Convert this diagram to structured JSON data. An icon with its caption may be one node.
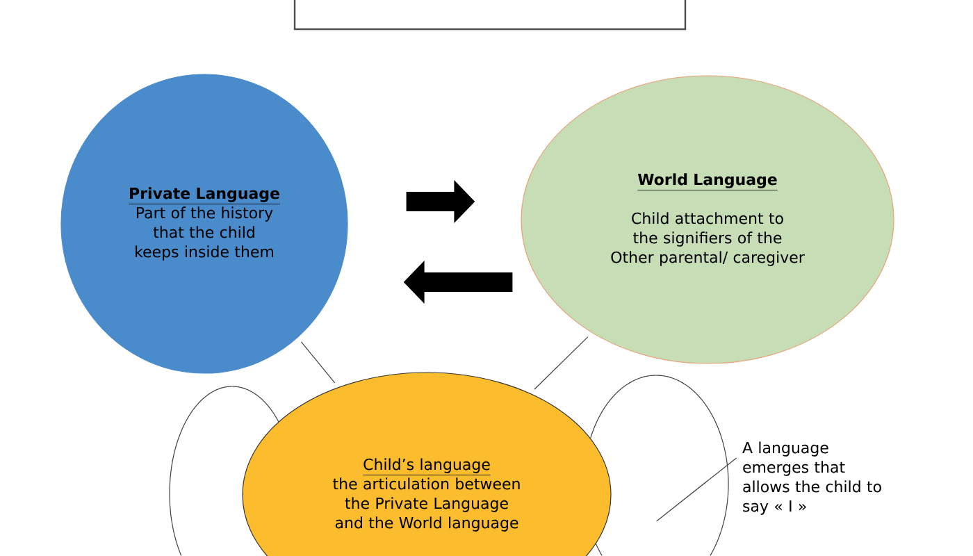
{
  "diagram": {
    "nodes": [
      {
        "text": [],
        "shape": "box"
      },
      {
        "text": [
          "Private Language",
          "Part of the history that the child keeps inside them"
        ]
      },
      {
        "text": [
          "World Language",
          "Child attachment to the signifiers of the Other parental/ caregiver"
        ]
      },
      {
        "text": [
          "Child’s language",
          "the articulation between the Private Language and the World language"
        ]
      },
      {
        "text": [],
        "shape": "circle"
      },
      {
        "text": [],
        "shape": "circle"
      },
      {
        "text": [
          "A language emerges that allows the child to say « I »"
        ]
      }
    ],
    "edges": [
      {
        "from": 1,
        "to": 2,
        "arrow": "to",
        "style": "thick"
      },
      {
        "from": 2,
        "to": 1,
        "arrow": "to",
        "style": "thick"
      },
      {
        "from": 1,
        "to": 3,
        "arrow": "none"
      },
      {
        "from": 2,
        "to": 3,
        "arrow": "none"
      },
      {
        "from": 6,
        "to": 5,
        "arrow": "none"
      }
    ]
  }
}
